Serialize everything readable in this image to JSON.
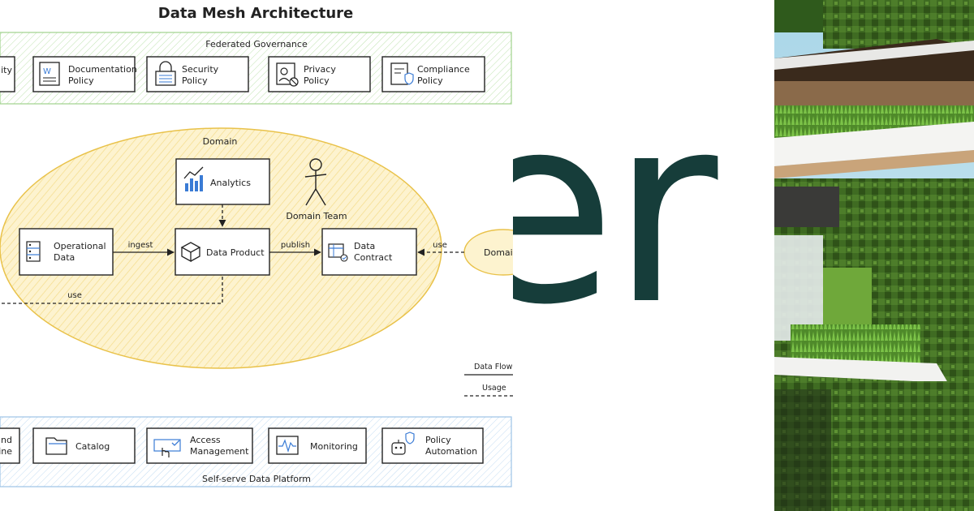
{
  "diagram": {
    "title": "Data Mesh Architecture",
    "governance": {
      "label": "Federated Governance",
      "policies": [
        {
          "line1": "ility",
          "line2": ""
        },
        {
          "line1": "Documentation",
          "line2": "Policy"
        },
        {
          "line1": "Security",
          "line2": "Policy"
        },
        {
          "line1": "Privacy",
          "line2": "Policy"
        },
        {
          "line1": "Compliance",
          "line2": "Policy"
        }
      ]
    },
    "domain": {
      "label": "Domain",
      "team_label": "Domain Team",
      "nodes": {
        "analytics": "Analytics",
        "operational_line1": "Operational",
        "operational_line2": "Data",
        "data_product": "Data Product",
        "contract_line1": "Data",
        "contract_line2": "Contract"
      },
      "edges": {
        "ingest": "ingest",
        "publish": "publish",
        "use_right": "use",
        "use_bottom": "use"
      },
      "external_domain": "Domain"
    },
    "legend": {
      "data_flow": "Data Flow",
      "usage": "Usage"
    },
    "platform": {
      "label": "Self-serve Data Platform",
      "items": [
        {
          "line1": "nd",
          "line2": "gine"
        },
        {
          "line1": "Catalog",
          "line2": ""
        },
        {
          "line1": "Access",
          "line2": "Management"
        },
        {
          "line1": "Monitoring",
          "line2": ""
        },
        {
          "line1": "Policy",
          "line2": "Automation"
        }
      ]
    }
  },
  "wordmark": {
    "text": "er",
    "color": "#163d3a"
  },
  "colors": {
    "governance_band": "#9fd28c",
    "platform_band": "#9cc3e6",
    "domain_fill": "#fbeab0",
    "domain_stroke": "#e9c24a",
    "ink": "#222222",
    "icon_blue": "#3a7bd5"
  }
}
